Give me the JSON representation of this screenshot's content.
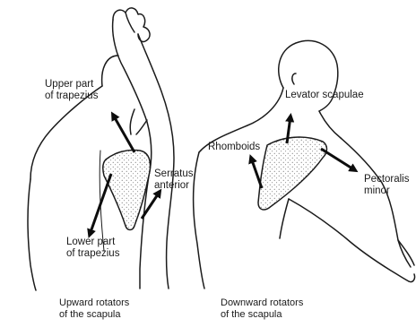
{
  "left_figure": {
    "labels": {
      "upper_trapezius": "Upper part\nof trapezius",
      "serratus_anterior": "Serratus\nanterior",
      "lower_trapezius": "Lower part\nof trapezius"
    },
    "caption": "Upward rotators\nof the scapula"
  },
  "right_figure": {
    "labels": {
      "levator_scapulae": "Levator scapulae",
      "rhomboids": "Rhomboids",
      "pectoralis_minor": "Pectoralis\nminor"
    },
    "caption": "Downward rotators\nof the scapula"
  }
}
